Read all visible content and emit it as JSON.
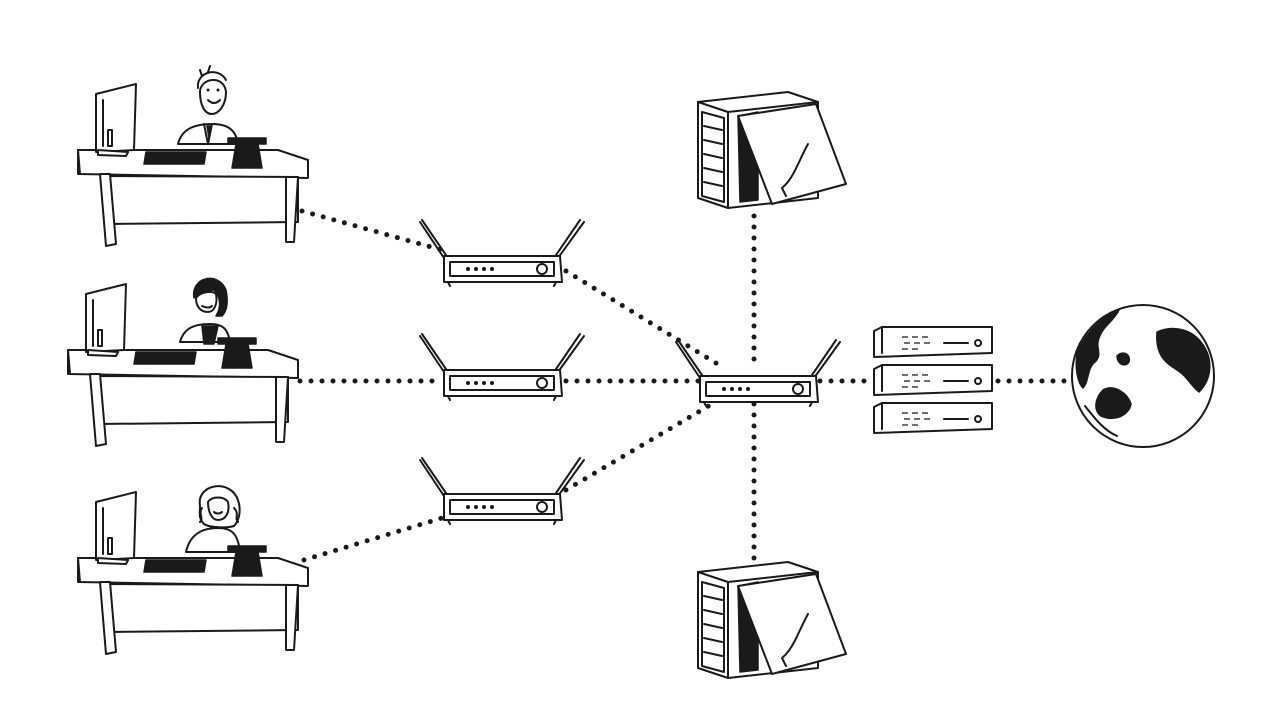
{
  "diagram": {
    "style": "black-and-white sketch",
    "nodes": [
      {
        "id": "workstation-1",
        "icon": "desk-computer-man"
      },
      {
        "id": "workstation-2",
        "icon": "desk-computer-woman-dark-hair"
      },
      {
        "id": "workstation-3",
        "icon": "desk-computer-woman-curly-hair"
      },
      {
        "id": "access-point-1",
        "icon": "wireless-router"
      },
      {
        "id": "access-point-2",
        "icon": "wireless-router"
      },
      {
        "id": "access-point-3",
        "icon": "wireless-router"
      },
      {
        "id": "core-router",
        "icon": "wireless-router"
      },
      {
        "id": "server-top",
        "icon": "tower-server"
      },
      {
        "id": "server-bottom",
        "icon": "tower-server"
      },
      {
        "id": "rack-servers",
        "icon": "rack-server-stack"
      },
      {
        "id": "internet",
        "icon": "globe"
      }
    ],
    "links": [
      {
        "from": "workstation-1",
        "to": "access-point-1",
        "style": "dotted"
      },
      {
        "from": "workstation-2",
        "to": "access-point-2",
        "style": "dotted"
      },
      {
        "from": "workstation-3",
        "to": "access-point-3",
        "style": "dotted"
      },
      {
        "from": "access-point-1",
        "to": "core-router",
        "style": "dotted"
      },
      {
        "from": "access-point-2",
        "to": "core-router",
        "style": "dotted"
      },
      {
        "from": "access-point-3",
        "to": "core-router",
        "style": "dotted"
      },
      {
        "from": "core-router",
        "to": "server-top",
        "style": "dotted"
      },
      {
        "from": "core-router",
        "to": "server-bottom",
        "style": "dotted"
      },
      {
        "from": "core-router",
        "to": "rack-servers",
        "style": "dotted"
      },
      {
        "from": "rack-servers",
        "to": "internet",
        "style": "dotted"
      }
    ]
  }
}
